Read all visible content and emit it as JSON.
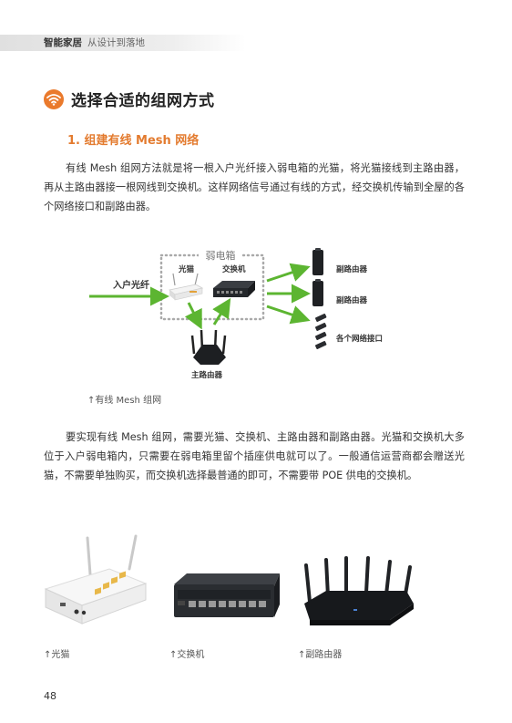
{
  "header": {
    "book_title": "智能家居",
    "book_subtitle": "从设计到落地"
  },
  "section": {
    "title": "选择合适的组网方式",
    "icon": "wifi-icon",
    "accent_color": "#ea7a2c"
  },
  "subsection": {
    "title": "1. 组建有线 Mesh 网络",
    "color": "#e37b2f"
  },
  "paragraph1": "有线 Mesh 组网方法就是将一根入户光纤接入弱电箱的光猫，将光猫接线到主路由器，再从主路由器接一根网线到交换机。这样网络信号通过有线的方式，经交换机传输到全屋的各个网络接口和副路由器。",
  "diagram": {
    "box_label": "弱电箱",
    "fiber_label": "入户光纤",
    "modem_label": "光猫",
    "switch_label": "交换机",
    "main_router_label": "主路由器",
    "sub_router_1_label": "副路由器",
    "sub_router_2_label": "副路由器",
    "ports_label": "各个网络接口",
    "arrow_color": "#5cb531",
    "caption": "↑有线 Mesh 组网"
  },
  "paragraph2": "要实现有线 Mesh 组网，需要光猫、交换机、主路由器和副路由器。光猫和交换机大多位于入户弱电箱内，只需要在弱电箱里留个插座供电就可以了。一般通信运营商都会赠送光猫，不需要单独购买，而交换机选择最普通的即可，不需要带 POE 供电的交换机。",
  "photos": {
    "modem_caption": "↑光猫",
    "switch_caption": "↑交换机",
    "router_caption": "↑副路由器"
  },
  "page_number": "48"
}
